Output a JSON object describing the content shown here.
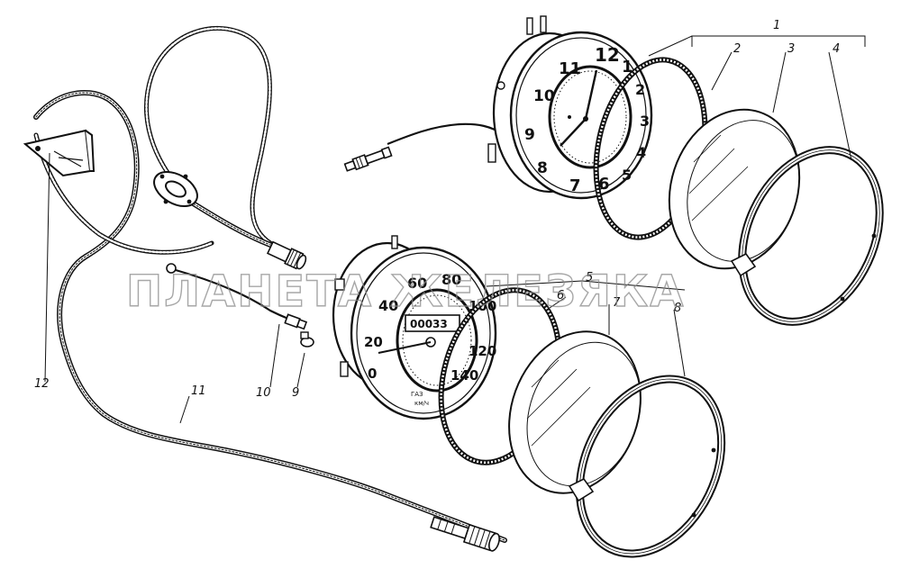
{
  "callouts": [
    "1",
    "2",
    "3",
    "4",
    "5",
    "6",
    "7",
    "8",
    "9",
    "10",
    "11",
    "12"
  ],
  "clock": {
    "numerals": [
      "12",
      "1",
      "2",
      "3",
      "4",
      "5",
      "6",
      "7",
      "8",
      "9",
      "10",
      "11"
    ]
  },
  "speedometer": {
    "numerals": [
      "0",
      "20",
      "40",
      "60",
      "80",
      "100",
      "120",
      "140"
    ],
    "odometer": "00033",
    "brand": "ГАЗ",
    "unit": "км/ч"
  },
  "watermark": "ПЛАНЕТА ЖЕЛЕЗЯКА",
  "colors": {
    "ink": "#111111",
    "paper": "#ffffff",
    "watermark": "#8a8a8a"
  }
}
